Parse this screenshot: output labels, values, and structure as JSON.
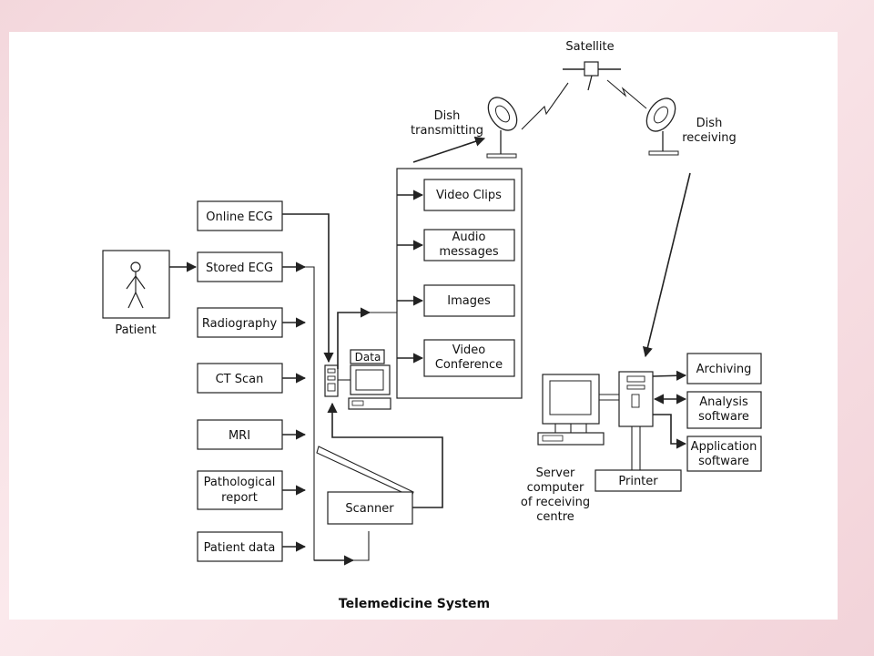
{
  "diagram": {
    "title": "Telemedicine System",
    "patient": "Patient",
    "inputs": [
      "Online ECG",
      "Stored ECG",
      "Radiography",
      "CT Scan",
      "MRI",
      "Pathological report",
      "Patient data"
    ],
    "scanner": "Scanner",
    "data_label": "Data",
    "outputs": [
      "Video Clips",
      "Audio messages",
      "Images",
      "Video Conference"
    ],
    "satellite": "Satellite",
    "dish_transmitting": "Dish transmitting",
    "dish_receiving": "Dish receiving",
    "server": "Server computer of receiving centre",
    "printer": "Printer",
    "services": [
      "Archiving",
      "Analysis software",
      "Application software"
    ]
  }
}
